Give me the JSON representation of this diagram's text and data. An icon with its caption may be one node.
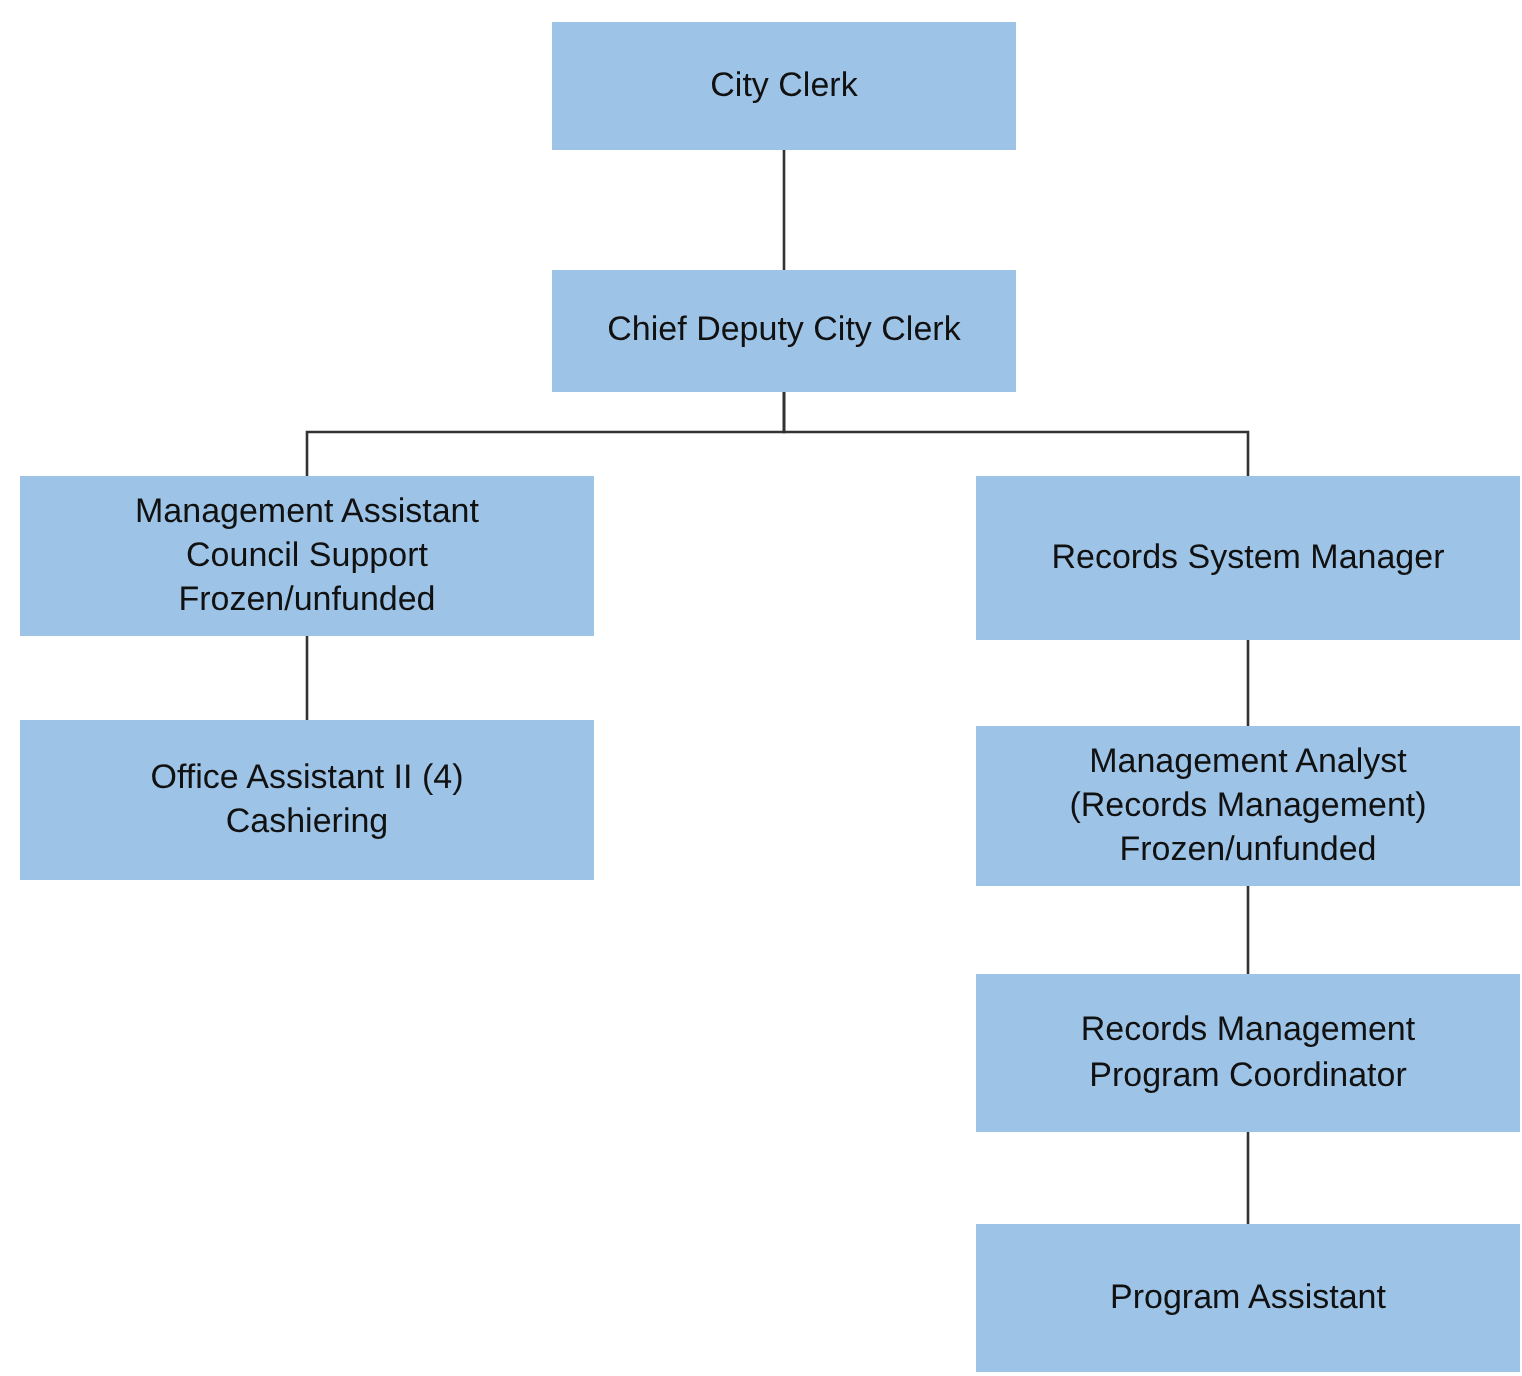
{
  "diagram": {
    "nodes": [
      {
        "text": [
          "City Clerk"
        ]
      },
      {
        "text": [
          "Chief Deputy City Clerk"
        ]
      },
      {
        "text": [
          "Management Assistant Council Support",
          "Frozen/unfunded"
        ]
      },
      {
        "text": [
          "Office Assistant II (4) Cashiering"
        ]
      },
      {
        "text": [
          "Records System Manager"
        ]
      },
      {
        "text": [
          "Management Analyst (Records Management)",
          "Frozen/unfunded"
        ]
      },
      {
        "text": [
          "Records Management Program Coordinator"
        ]
      },
      {
        "text": [
          "Program Assistant"
        ]
      }
    ],
    "edges": [
      {
        "from": 0,
        "to": 1,
        "arrow": "none"
      },
      {
        "from": 1,
        "to": 2,
        "arrow": "none"
      },
      {
        "from": 1,
        "to": 4,
        "arrow": "none"
      },
      {
        "from": 2,
        "to": 3,
        "arrow": "none"
      },
      {
        "from": 4,
        "to": 5,
        "arrow": "none"
      },
      {
        "from": 5,
        "to": 6,
        "arrow": "none"
      },
      {
        "from": 6,
        "to": 7,
        "arrow": "none"
      }
    ]
  }
}
